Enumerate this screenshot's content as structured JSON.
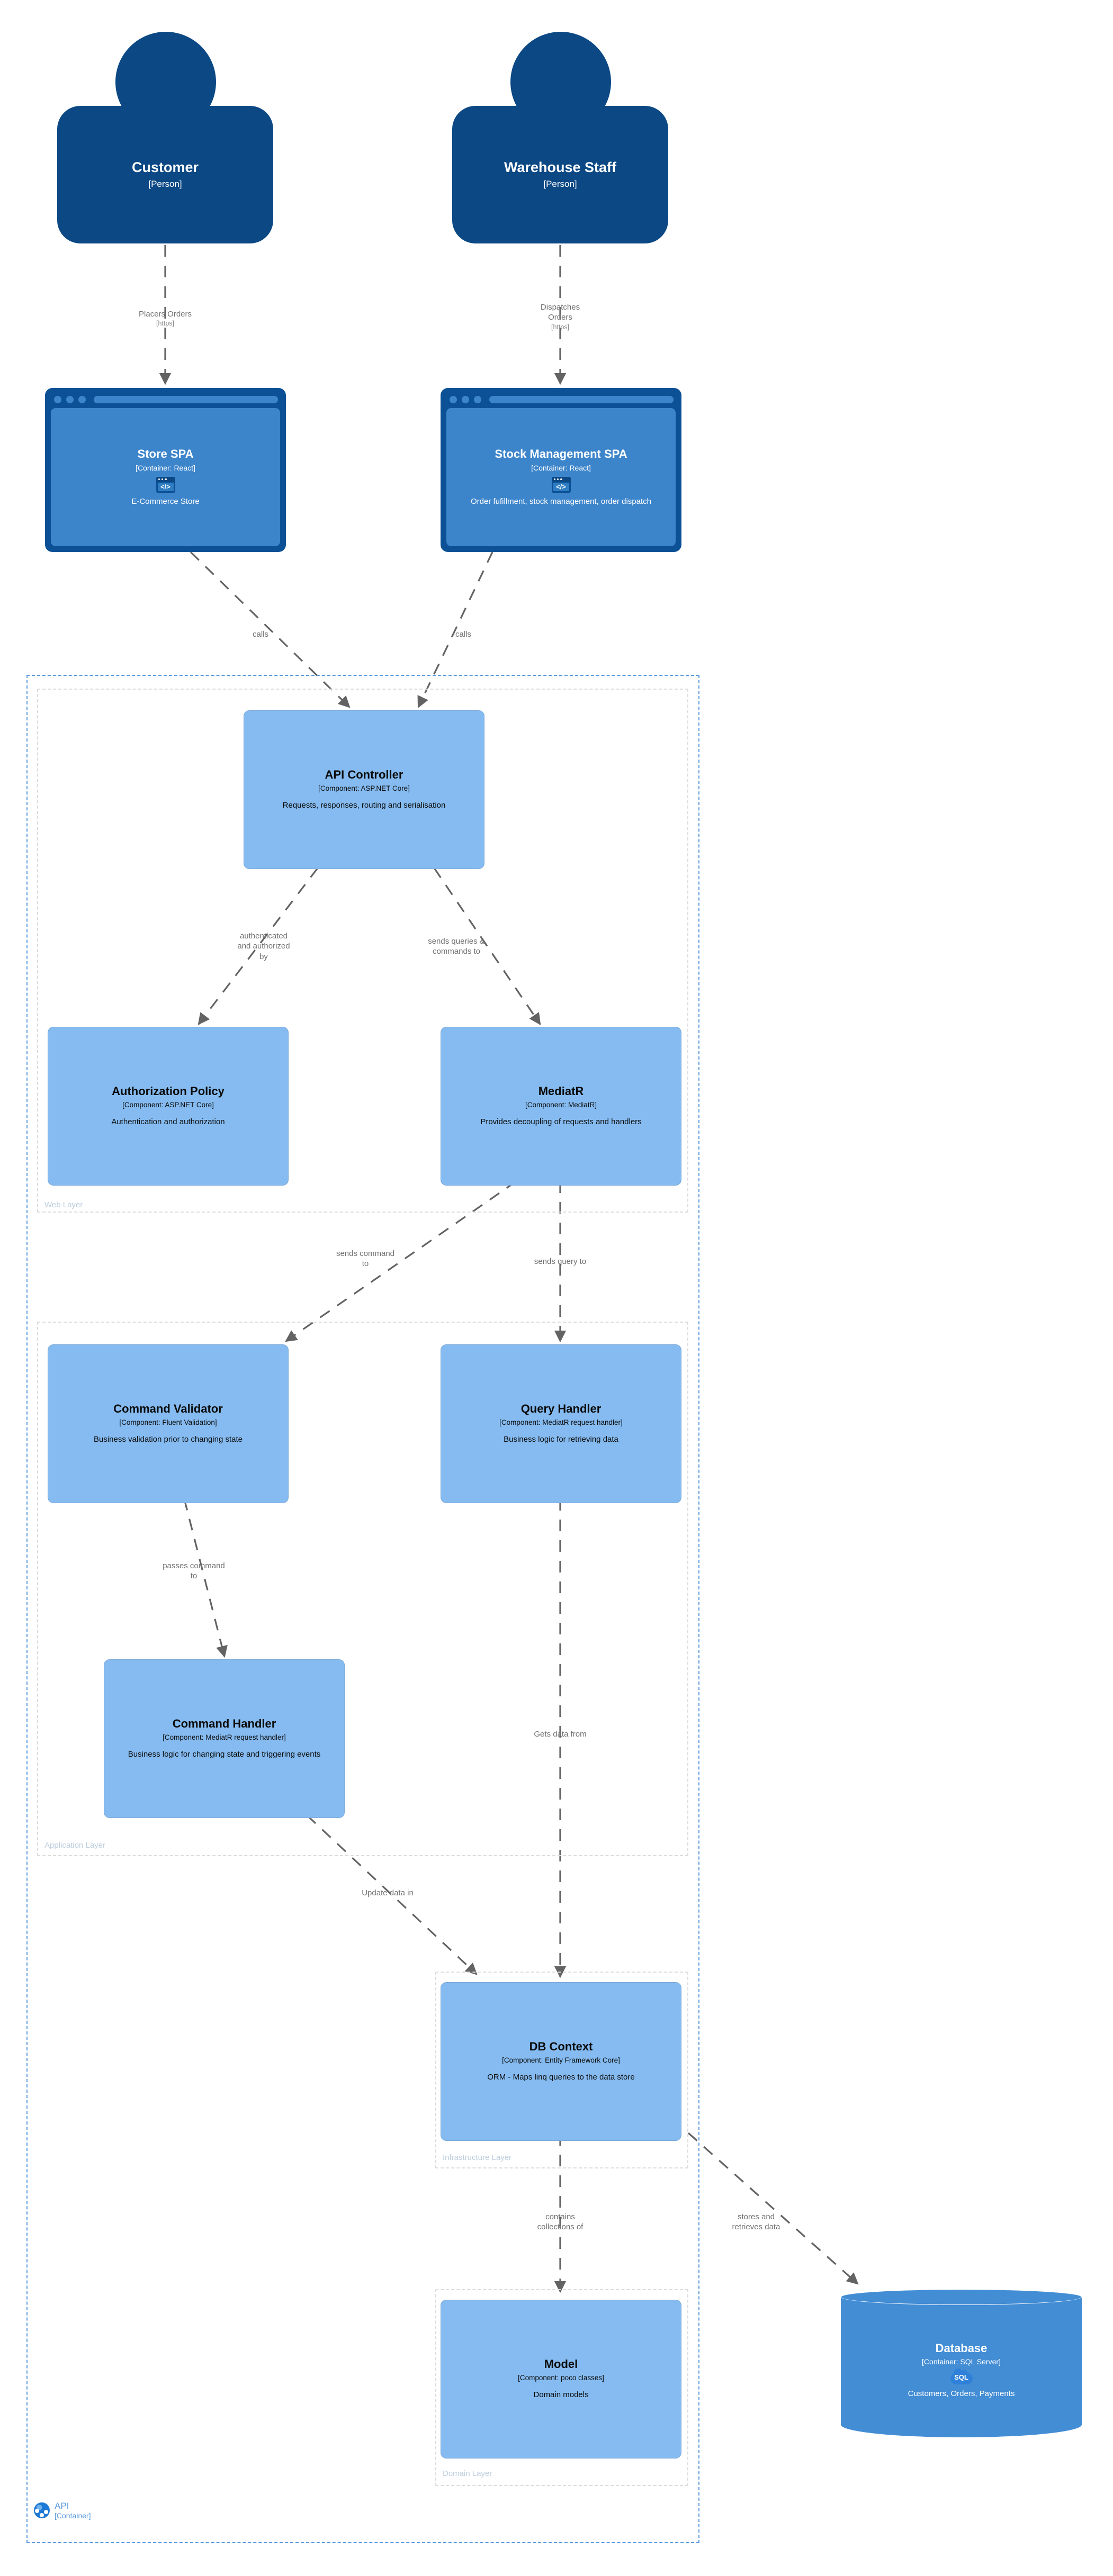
{
  "diagram": {
    "type": "C4 Component Diagram",
    "accent_person": "#0b4884",
    "accent_container": "#3d85cb",
    "accent_component": "#85bbf0",
    "accent_database": "#438dd5",
    "accent_boundary": "#5a9bdf",
    "accent_layer_boundary": "#dcdcdc",
    "accent_edge": "#707070"
  },
  "people": [
    {
      "name": "Customer",
      "type": "[Person]"
    },
    {
      "name": "Warehouse Staff",
      "type": "[Person]"
    }
  ],
  "containers": [
    {
      "name": "Store SPA",
      "tech": "[Container: React]",
      "desc": "E-Commerce Store",
      "icon": "browser-window-code-icon",
      "icon_glyph": "</>"
    },
    {
      "name": "Stock Management SPA",
      "tech": "[Container: React]",
      "desc": "Order fufillment, stock management, order dispatch",
      "icon": "browser-window-code-icon",
      "icon_glyph": "</>"
    }
  ],
  "components": [
    {
      "name": "API Controller",
      "tech": "[Component: ASP.NET Core]",
      "desc": "Requests, responses, routing and serialisation"
    },
    {
      "name": "Authorization Policy",
      "tech": "[Component: ASP.NET Core]",
      "desc": "Authentication and authorization"
    },
    {
      "name": "MediatR",
      "tech": "[Component: MediatR]",
      "desc": "Provides decoupling of requests and handlers"
    },
    {
      "name": "Command Validator",
      "tech": "[Component: Fluent Validation]",
      "desc": "Business validation prior to changing state"
    },
    {
      "name": "Query Handler",
      "tech": "[Component: MediatR request handler]",
      "desc": "Business logic for retrieving data"
    },
    {
      "name": "Command Handler",
      "tech": "[Component: MediatR request handler]",
      "desc": "Business logic for changing state and triggering events"
    },
    {
      "name": "DB Context",
      "tech": "[Component: Entity Framework Core]",
      "desc": "ORM - Maps linq queries to the data store"
    },
    {
      "name": "Model",
      "tech": "[Component: poco classes]",
      "desc": "Domain models"
    }
  ],
  "database": {
    "name": "Database",
    "tech": "[Container: SQL Server]",
    "desc": "Customers, Orders, Payments",
    "icon": "sql-cloud-icon",
    "icon_label": "SQL"
  },
  "boundary": {
    "name": "API",
    "tech": "[Container]",
    "icon": "api-globe-icon"
  },
  "layers": [
    {
      "label": "Web Layer"
    },
    {
      "label": "Application Layer"
    },
    {
      "label": "Infrastructure Layer"
    },
    {
      "label": "Domain Layer"
    }
  ],
  "edges": [
    {
      "label": "Placers Orders",
      "tech": "[https]"
    },
    {
      "label": "Dispatches\nOrders",
      "tech": "[https]"
    },
    {
      "label": "calls",
      "tech": ""
    },
    {
      "label": "calls",
      "tech": ""
    },
    {
      "label": "authenticated\nand authorized\nby",
      "tech": ""
    },
    {
      "label": "sends queries &\ncommands to",
      "tech": ""
    },
    {
      "label": "sends command\nto",
      "tech": ""
    },
    {
      "label": "sends query to",
      "tech": ""
    },
    {
      "label": "passes command\nto",
      "tech": ""
    },
    {
      "label": "Gets data from",
      "tech": ""
    },
    {
      "label": "Update data in",
      "tech": ""
    },
    {
      "label": "contains\ncollections of",
      "tech": ""
    },
    {
      "label": "stores and\nretrieves data",
      "tech": ""
    }
  ]
}
